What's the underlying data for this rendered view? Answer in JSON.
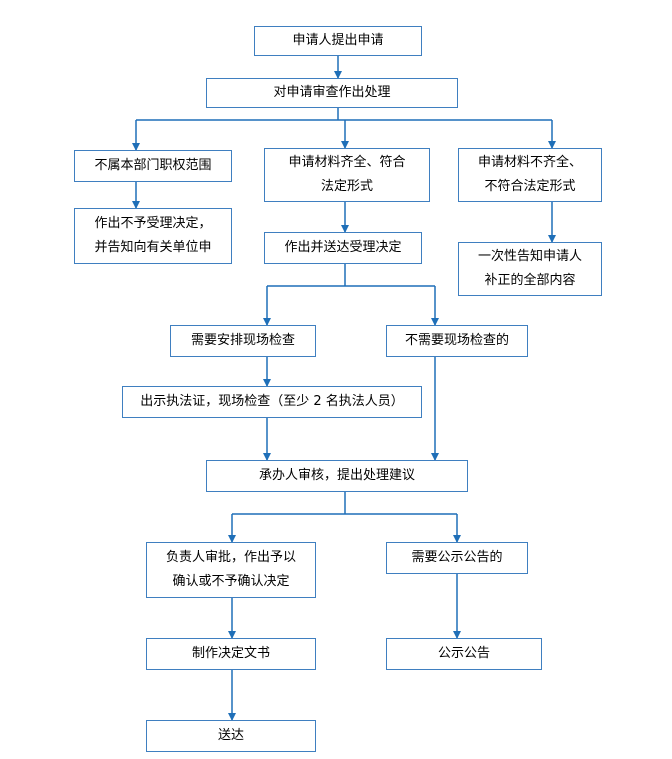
{
  "flowchart": {
    "colors": {
      "line": "#1f6fb8",
      "border": "#3f7fc0"
    },
    "nodes": {
      "applicant_submit": "申请人提出申请",
      "review_application": "对申请审查作出处理",
      "not_in_scope": "不属本部门职权范围",
      "not_accept_notify": {
        "line1": "作出不予受理决定，",
        "line2": "并告知向有关单位申"
      },
      "materials_complete": {
        "line1": "申请材料齐全、符合",
        "line2": "法定形式"
      },
      "materials_incomplete": {
        "line1": "申请材料不齐全、",
        "line2": "不符合法定形式"
      },
      "accept_decision": "作出并送达受理决定",
      "notify_supplement": {
        "line1": "一次性告知申请人",
        "line2": "补正的全部内容"
      },
      "needs_inspection": "需要安排现场检查",
      "no_inspection": "不需要现场检查的",
      "inspection": "出示执法证，现场检查（至少 2 名执法人员）",
      "handler_review": "承办人审核，提出处理建议",
      "approval": {
        "line1": "负责人审批，作出予以",
        "line2": "确认或不予确认决定"
      },
      "needs_publicity": "需要公示公告的",
      "make_document": "制作决定文书",
      "publicity": "公示公告",
      "deliver": "送达"
    }
  }
}
